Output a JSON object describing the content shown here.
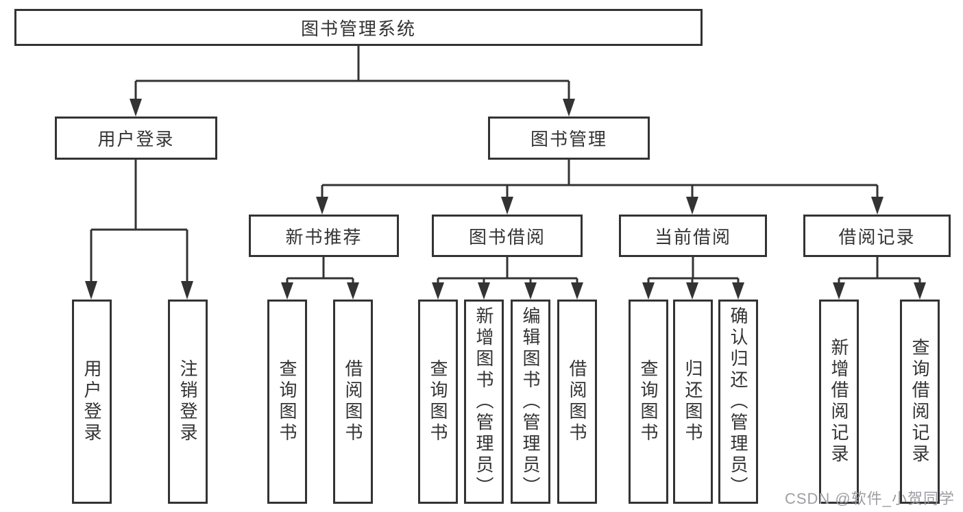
{
  "tree": {
    "root": {
      "label": "图书管理系统"
    },
    "branches": [
      {
        "label": "用户登录",
        "children": [
          {
            "label": "用户登录"
          },
          {
            "label": "注销登录"
          }
        ]
      },
      {
        "label": "图书管理",
        "children": [
          {
            "label": "新书推荐",
            "children": [
              {
                "label": "查询图书"
              },
              {
                "label": "借阅图书"
              }
            ]
          },
          {
            "label": "图书借阅",
            "children": [
              {
                "label": "查询图书"
              },
              {
                "label": "新增图书（管理员）"
              },
              {
                "label": "编辑图书（管理员）"
              },
              {
                "label": "借阅图书"
              }
            ]
          },
          {
            "label": "当前借阅",
            "children": [
              {
                "label": "查询图书"
              },
              {
                "label": "归还图书"
              },
              {
                "label": "确认归还（管理员）"
              }
            ]
          },
          {
            "label": "借阅记录",
            "children": [
              {
                "label": "新增借阅记录"
              },
              {
                "label": "查询借阅记录"
              }
            ]
          }
        ]
      }
    ]
  },
  "watermark": "CSDN @软件_小贺同学",
  "colors": {
    "line": "#333333",
    "border": "#333333",
    "text": "#333333",
    "watermark": "#9e9ea3",
    "background": "#ffffff"
  }
}
